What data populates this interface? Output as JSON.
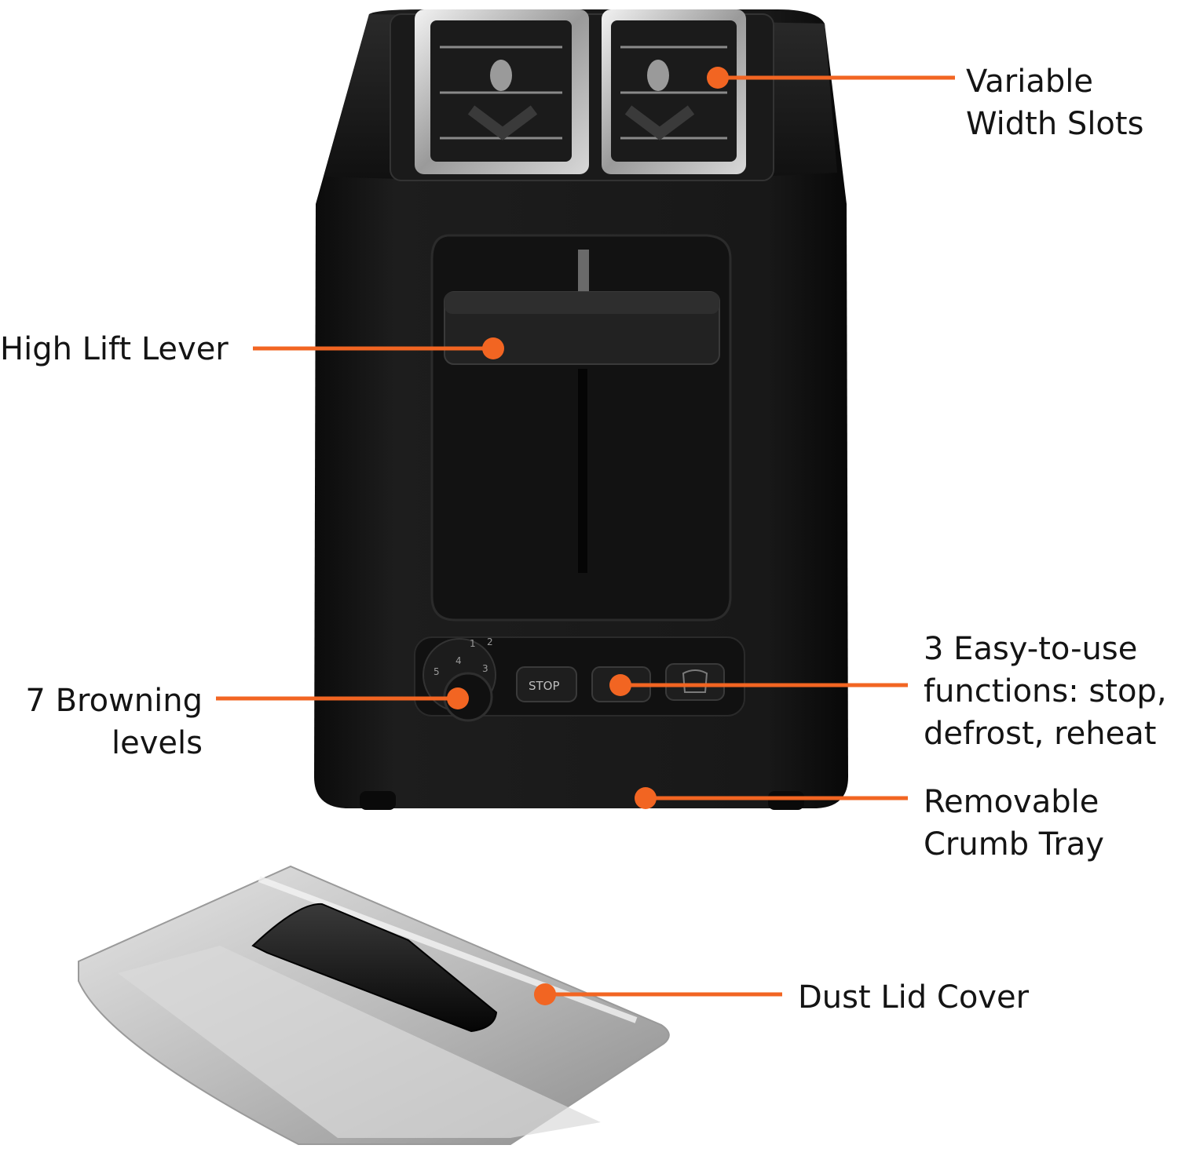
{
  "accent_color": "#f26522",
  "toaster_body_color": "#141414",
  "lid_color": "#b9b9b9",
  "product": {
    "stop_button_label": "STOP",
    "dial_numbers": [
      "1",
      "2",
      "3",
      "4",
      "5"
    ]
  },
  "callouts": {
    "slots": {
      "line1": "Variable",
      "line2": "Width Slots"
    },
    "lever": {
      "line1": "High Lift Lever"
    },
    "browning": {
      "line1": "7 Browning",
      "line2": "levels"
    },
    "functions": {
      "line1": "3 Easy-to-use",
      "line2": "functions: stop,",
      "line3": "defrost, reheat"
    },
    "crumb": {
      "line1": "Removable",
      "line2": "Crumb Tray"
    },
    "lid": {
      "line1": "Dust Lid Cover"
    }
  }
}
